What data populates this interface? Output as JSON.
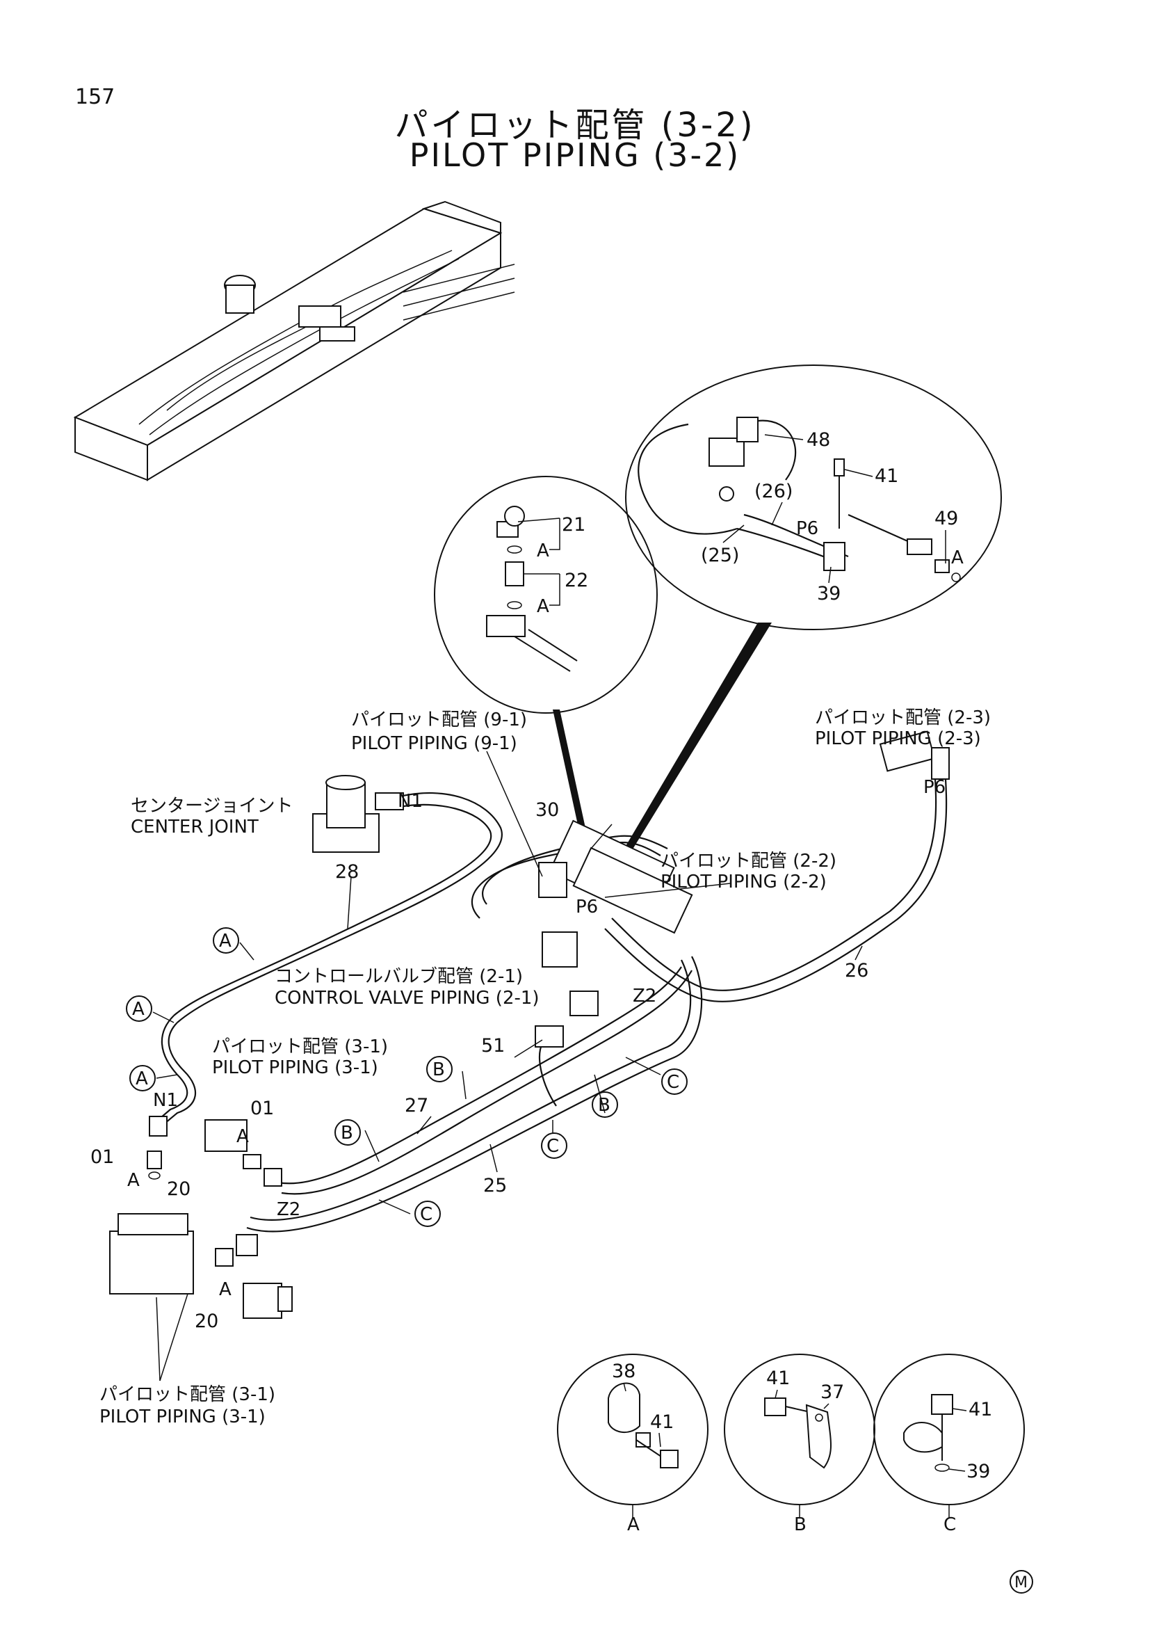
{
  "page_number": "157",
  "title_jp": "パイロット配管 (3-2)",
  "title_en": "PILOT PIPING (3-2)",
  "callouts": {
    "pilot_9_1_jp": "パイロット配管 (9-1)",
    "pilot_9_1_en": "PILOT PIPING (9-1)",
    "pilot_2_3_jp": "パイロット配管 (2-3)",
    "pilot_2_3_en": "PILOT PIPING (2-3)",
    "pilot_2_2_jp": "パイロット配管 (2-2)",
    "pilot_2_2_en": "PILOT PIPING (2-2)",
    "center_joint_jp": "センタージョイント",
    "center_joint_en": "CENTER JOINT",
    "control_valve_jp": "コントロールバルブ配管 (2-1)",
    "control_valve_en": "CONTROL VALVE PIPING (2-1)",
    "pilot_3_1a_jp": "パイロット配管 (3-1)",
    "pilot_3_1a_en": "PILOT PIPING (3-1)",
    "pilot_3_1b_jp": "パイロット配管 (3-1)",
    "pilot_3_1b_en": "PILOT PIPING (3-1)"
  },
  "part_numbers": {
    "p21": "21",
    "p22": "22",
    "p48": "48",
    "p41": "41",
    "p26": "(26)",
    "p25": "(25)",
    "p49": "49",
    "p39": "39",
    "p30": "30",
    "p28": "28",
    "p26b": "26",
    "p51": "51",
    "p27": "27",
    "p25b": "25",
    "p01a": "01",
    "p01b": "01",
    "p20a": "20",
    "p20b": "20",
    "p38": "38",
    "p41a": "41",
    "p41b": "41",
    "p37": "37",
    "p41c": "41",
    "p39b": "39"
  },
  "port_labels": {
    "n1_top": "N1",
    "n1_left": "N1",
    "p6_detail": "P6",
    "p6_right": "P6",
    "p6_valve": "P6",
    "z2_right": "Z2",
    "z2_left": "Z2"
  },
  "clamp_markers": {
    "a1": "A",
    "a2": "A",
    "a3": "A",
    "b1": "B",
    "b2": "B",
    "b3": "B",
    "c1": "C",
    "c2": "C",
    "c3": "C"
  },
  "ref_letters": {
    "d1": "A",
    "d2": "A",
    "d3": "A",
    "d4": "A",
    "d5": "A",
    "d6": "A"
  },
  "detail_labels": {
    "a": "A",
    "b": "B",
    "c": "C"
  },
  "footer_mark": "M"
}
